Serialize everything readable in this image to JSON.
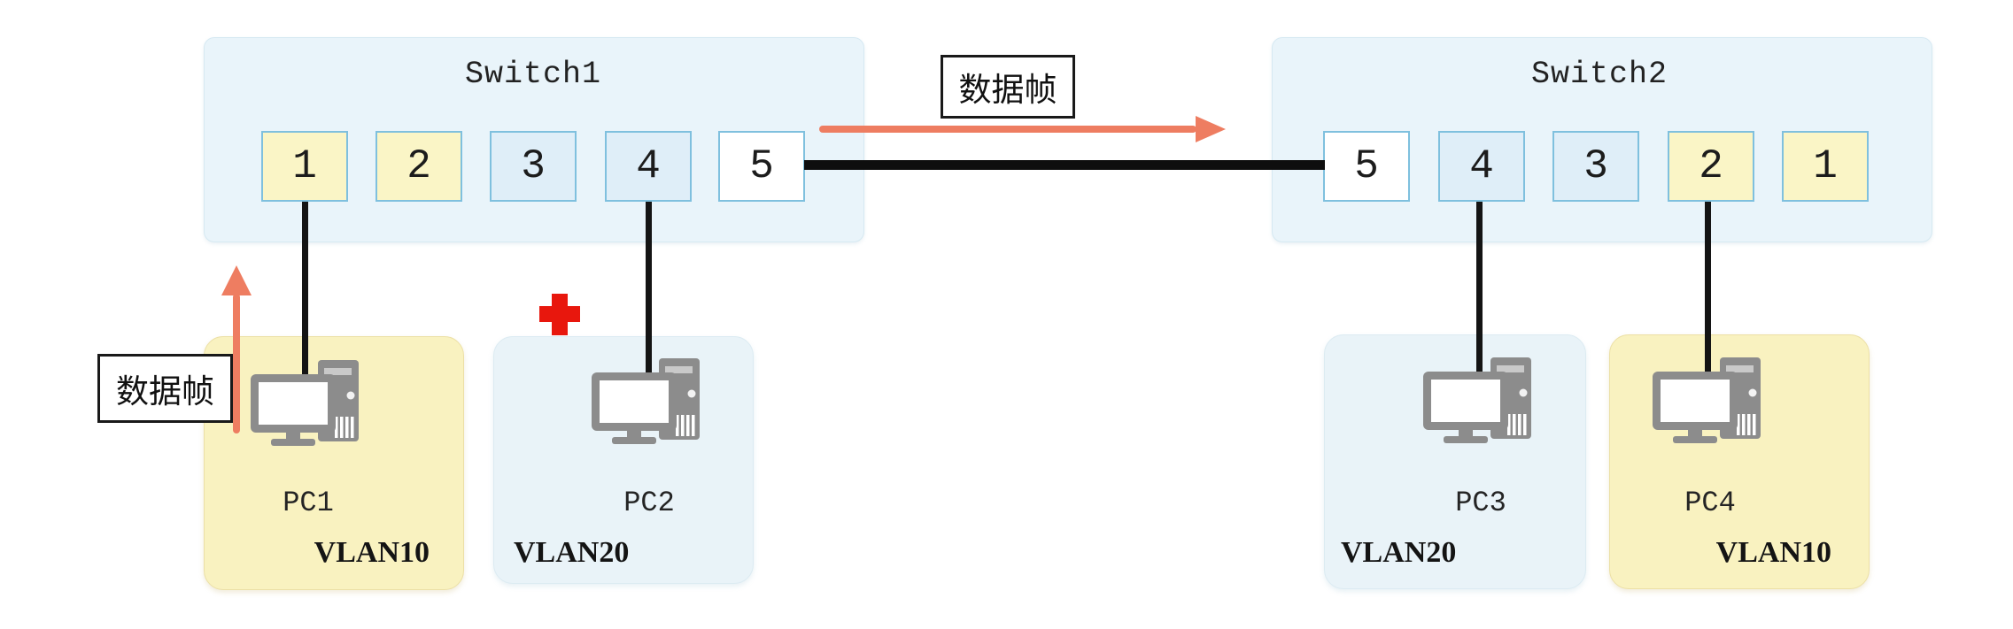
{
  "switch1": {
    "title": "Switch1",
    "ports": [
      {
        "label": "1",
        "vlan": "VLAN10"
      },
      {
        "label": "2",
        "vlan": "VLAN10"
      },
      {
        "label": "3",
        "vlan": "VLAN20"
      },
      {
        "label": "4",
        "vlan": "VLAN20"
      },
      {
        "label": "5",
        "vlan": "trunk"
      }
    ]
  },
  "switch2": {
    "title": "Switch2",
    "ports": [
      {
        "label": "5",
        "vlan": "trunk"
      },
      {
        "label": "4",
        "vlan": "VLAN20"
      },
      {
        "label": "3",
        "vlan": "VLAN20"
      },
      {
        "label": "2",
        "vlan": "VLAN10"
      },
      {
        "label": "1",
        "vlan": "VLAN10"
      }
    ]
  },
  "pcs": [
    {
      "name": "PC1",
      "vlan_label": "VLAN10",
      "connected_port": "Switch1 port 1"
    },
    {
      "name": "PC2",
      "vlan_label": "VLAN20",
      "connected_port": "Switch1 port 4"
    },
    {
      "name": "PC3",
      "vlan_label": "VLAN20",
      "connected_port": "Switch2 port 4"
    },
    {
      "name": "PC4",
      "vlan_label": "VLAN10",
      "connected_port": "Switch2 port 2"
    }
  ],
  "annotations": {
    "data_frame_top": "数据帧",
    "data_frame_left": "数据帧",
    "blocked_marker": "red-cross near PC2"
  },
  "colors": {
    "vlan10_port_fill": "#faf5c6",
    "vlan20_port_fill": "#dfeef8",
    "trunk_port_fill": "#ffffff",
    "port_border": "#7fc0de",
    "switch_fill": "#e9f4fa",
    "pc_box_yellow": "#f9f2c0",
    "pc_box_blue": "#e9f3f8",
    "cable_black": "#141414",
    "arrow_salmon": "#ee7d61",
    "cross_red": "#e8170d",
    "icon_gray": "#8c8c8c"
  }
}
